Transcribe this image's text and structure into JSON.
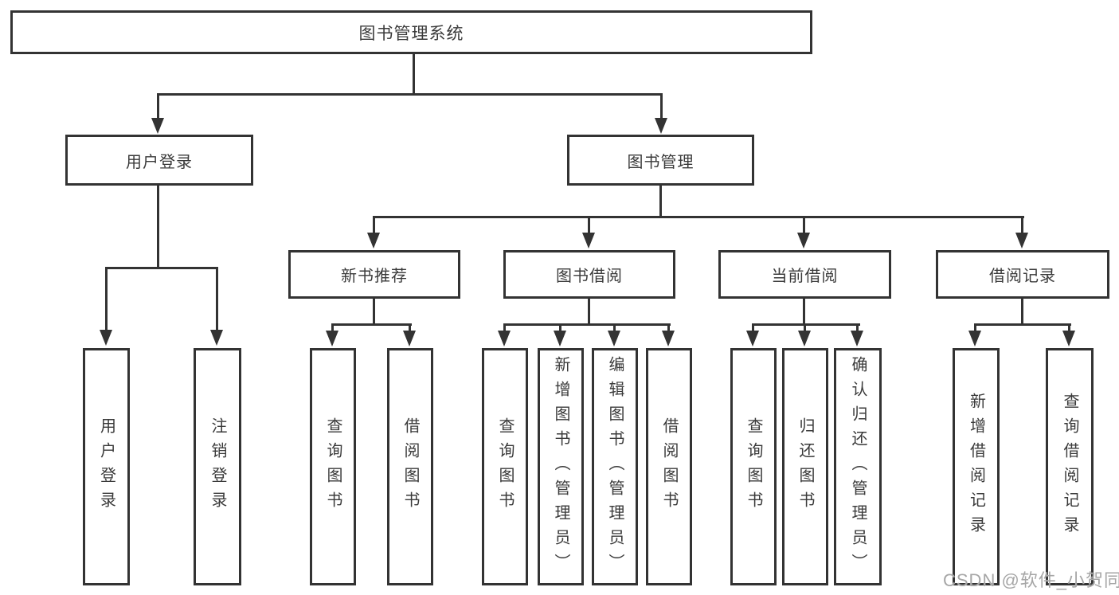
{
  "tree": {
    "root": {
      "label": "图书管理系统"
    },
    "level2": [
      {
        "label": "用户登录",
        "children": [
          "用户登录",
          "注销登录"
        ]
      },
      {
        "label": "图书管理"
      }
    ],
    "level3": [
      {
        "label": "新书推荐",
        "children": [
          "查询图书",
          "借阅图书"
        ]
      },
      {
        "label": "图书借阅",
        "children": [
          "查询图书",
          "新增图书（管理员）",
          "编辑图书（管理员）",
          "借阅图书"
        ]
      },
      {
        "label": "当前借阅",
        "children": [
          "查询图书",
          "归还图书",
          "确认归还（管理员）"
        ]
      },
      {
        "label": "借阅记录",
        "children": [
          "新增借阅记录",
          "查询借阅记录"
        ]
      }
    ]
  },
  "watermark": {
    "text": "CSDN @软件_小贺同学"
  },
  "colors": {
    "line": "#333333",
    "text": "#3a3a3a",
    "watermark": "#a6a6a6",
    "background": "#ffffff"
  }
}
